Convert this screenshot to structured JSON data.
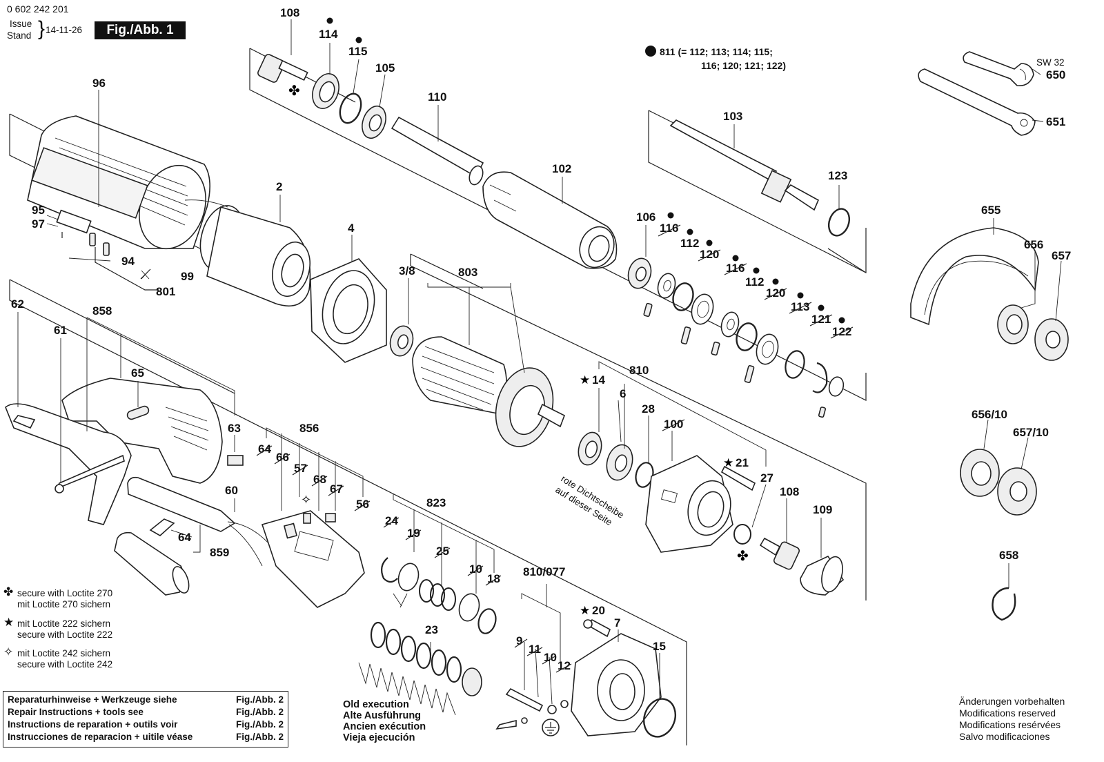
{
  "header": {
    "part_number": "0 602 242 201",
    "issue_label": "Issue",
    "stand_label": "Stand",
    "issue_date": "14-11-26",
    "figure": "Fig./Abb. 1"
  },
  "kit_note": {
    "line1": "811 (= 112; 113; 114; 115;",
    "line2": "116; 120; 121; 122)"
  },
  "tool_labels": {
    "sw": "SW 32"
  },
  "rote_note": {
    "line1": "rote Dichtscheibe",
    "line2": "auf dieser Seite"
  },
  "part_labels": {
    "p108a": "108",
    "p114": "114",
    "p115": "115",
    "p105": "105",
    "p110": "110",
    "p102": "102",
    "p103": "103",
    "p123": "123",
    "p96": "96",
    "p2": "2",
    "p95": "95",
    "p97": "97",
    "p94": "94",
    "p99": "99",
    "p801": "801",
    "p4": "4",
    "p38": "3/8",
    "p803": "803",
    "p106": "106",
    "p116a": "116",
    "p112a": "112",
    "p120a": "120",
    "p116b": "116",
    "p112b": "112",
    "p120b": "120",
    "p113": "113",
    "p121": "121",
    "p122": "122",
    "p62": "62",
    "p61": "61",
    "p858": "858",
    "p65": "65",
    "p63": "63",
    "p856": "856",
    "p64a": "64",
    "p66": "66",
    "p57": "57",
    "p68": "68",
    "p67": "67",
    "p56": "56",
    "p60": "60",
    "p64b": "64",
    "p859": "859",
    "p823": "823",
    "p24": "24",
    "p19": "19",
    "p25": "25",
    "p10": "10",
    "p18": "18",
    "p23": "23",
    "p14": "14",
    "p6": "6",
    "p810": "810",
    "p28": "28",
    "p100": "100",
    "p21": "21",
    "p27": "27",
    "p108b": "108",
    "p109": "109",
    "p810077": "810/077",
    "p9": "9",
    "p11": "11",
    "p10b": "10",
    "p12": "12",
    "p20": "20",
    "p7": "7",
    "p15": "15",
    "p650": "650",
    "p651": "651",
    "p655": "655",
    "p656": "656",
    "p657": "657",
    "p65610": "656/10",
    "p65710": "657/10",
    "p658": "658"
  },
  "legend": [
    {
      "symbol": "✤",
      "line1": "secure with Loctite 270",
      "line2": "mit Loctite 270 sichern"
    },
    {
      "symbol": "★",
      "line1": "mit Loctite 222 sichern",
      "line2": "secure with Loctite 222"
    },
    {
      "symbol": "✧",
      "line1": "mit Loctite 242 sichern",
      "line2": "secure with Loctite 242"
    }
  ],
  "repair_box": [
    {
      "text": "Reparaturhinweise + Werkzeuge siehe",
      "ref": "Fig./Abb. 2"
    },
    {
      "text": "Repair Instructions + tools see",
      "ref": "Fig./Abb. 2"
    },
    {
      "text": "Instructions de reparation + outils voir",
      "ref": "Fig./Abb. 2"
    },
    {
      "text": "Instrucciones de reparacion + uitile véase",
      "ref": "Fig./Abb. 2"
    }
  ],
  "old_execution": [
    "Old execution",
    "Alte Ausführung",
    "Ancien exécution",
    "Vieja ejecución"
  ],
  "modifications": [
    "Änderungen vorbehalten",
    "Modifications reserved",
    "Modifications resérvées",
    "Salvo modificaciones"
  ],
  "colors": {
    "ink": "#111111",
    "paper": "#ffffff"
  }
}
